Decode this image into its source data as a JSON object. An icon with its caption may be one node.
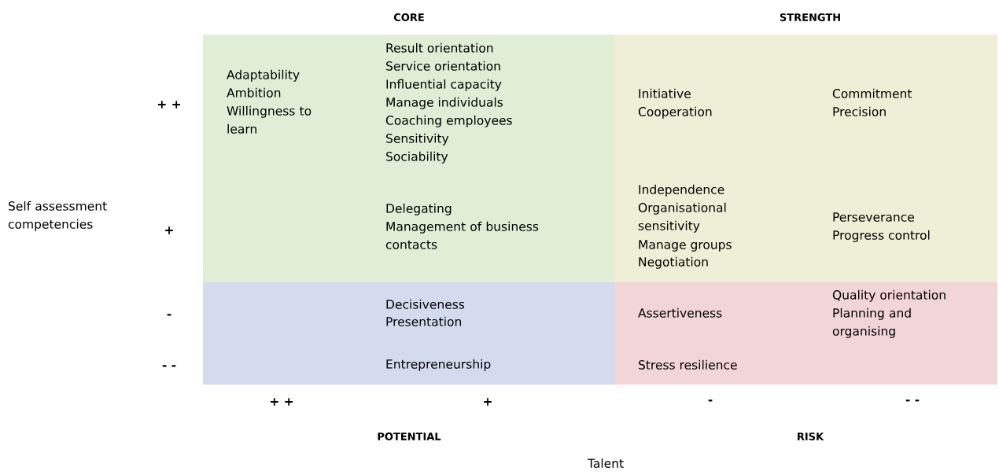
{
  "diagram": {
    "nodes": [
      {
        "text": [
          "CORE",
          "Adaptability",
          "Ambition",
          "Willingness to learn",
          "Result orientation",
          "Service orientation",
          "Influential capacity",
          "Manage individuals",
          "Coaching employees",
          "Sensitivity",
          "Sociability",
          "Delegating",
          "Management of business contacts"
        ]
      },
      {
        "text": [
          "STRENGTH",
          "Initiative",
          "Cooperation",
          "Commitment",
          "Precision",
          "Independence",
          "Organisational sensitivity",
          "Manage groups",
          "Negotiation",
          "Perseverance",
          "Progress control"
        ]
      },
      {
        "text": [
          "POTENTIAL",
          "Decisiveness",
          "Presentation",
          "Entrepreneurship"
        ]
      },
      {
        "text": [
          "RISK",
          "Assertiveness",
          "Quality orientation",
          "Planning and organising",
          "Stress resilience"
        ]
      }
    ],
    "labels": [
      "+ +",
      "Self assessment competencies",
      "+",
      "-",
      "- -",
      "+ +",
      "+",
      "-",
      "- -",
      "Talent"
    ]
  }
}
